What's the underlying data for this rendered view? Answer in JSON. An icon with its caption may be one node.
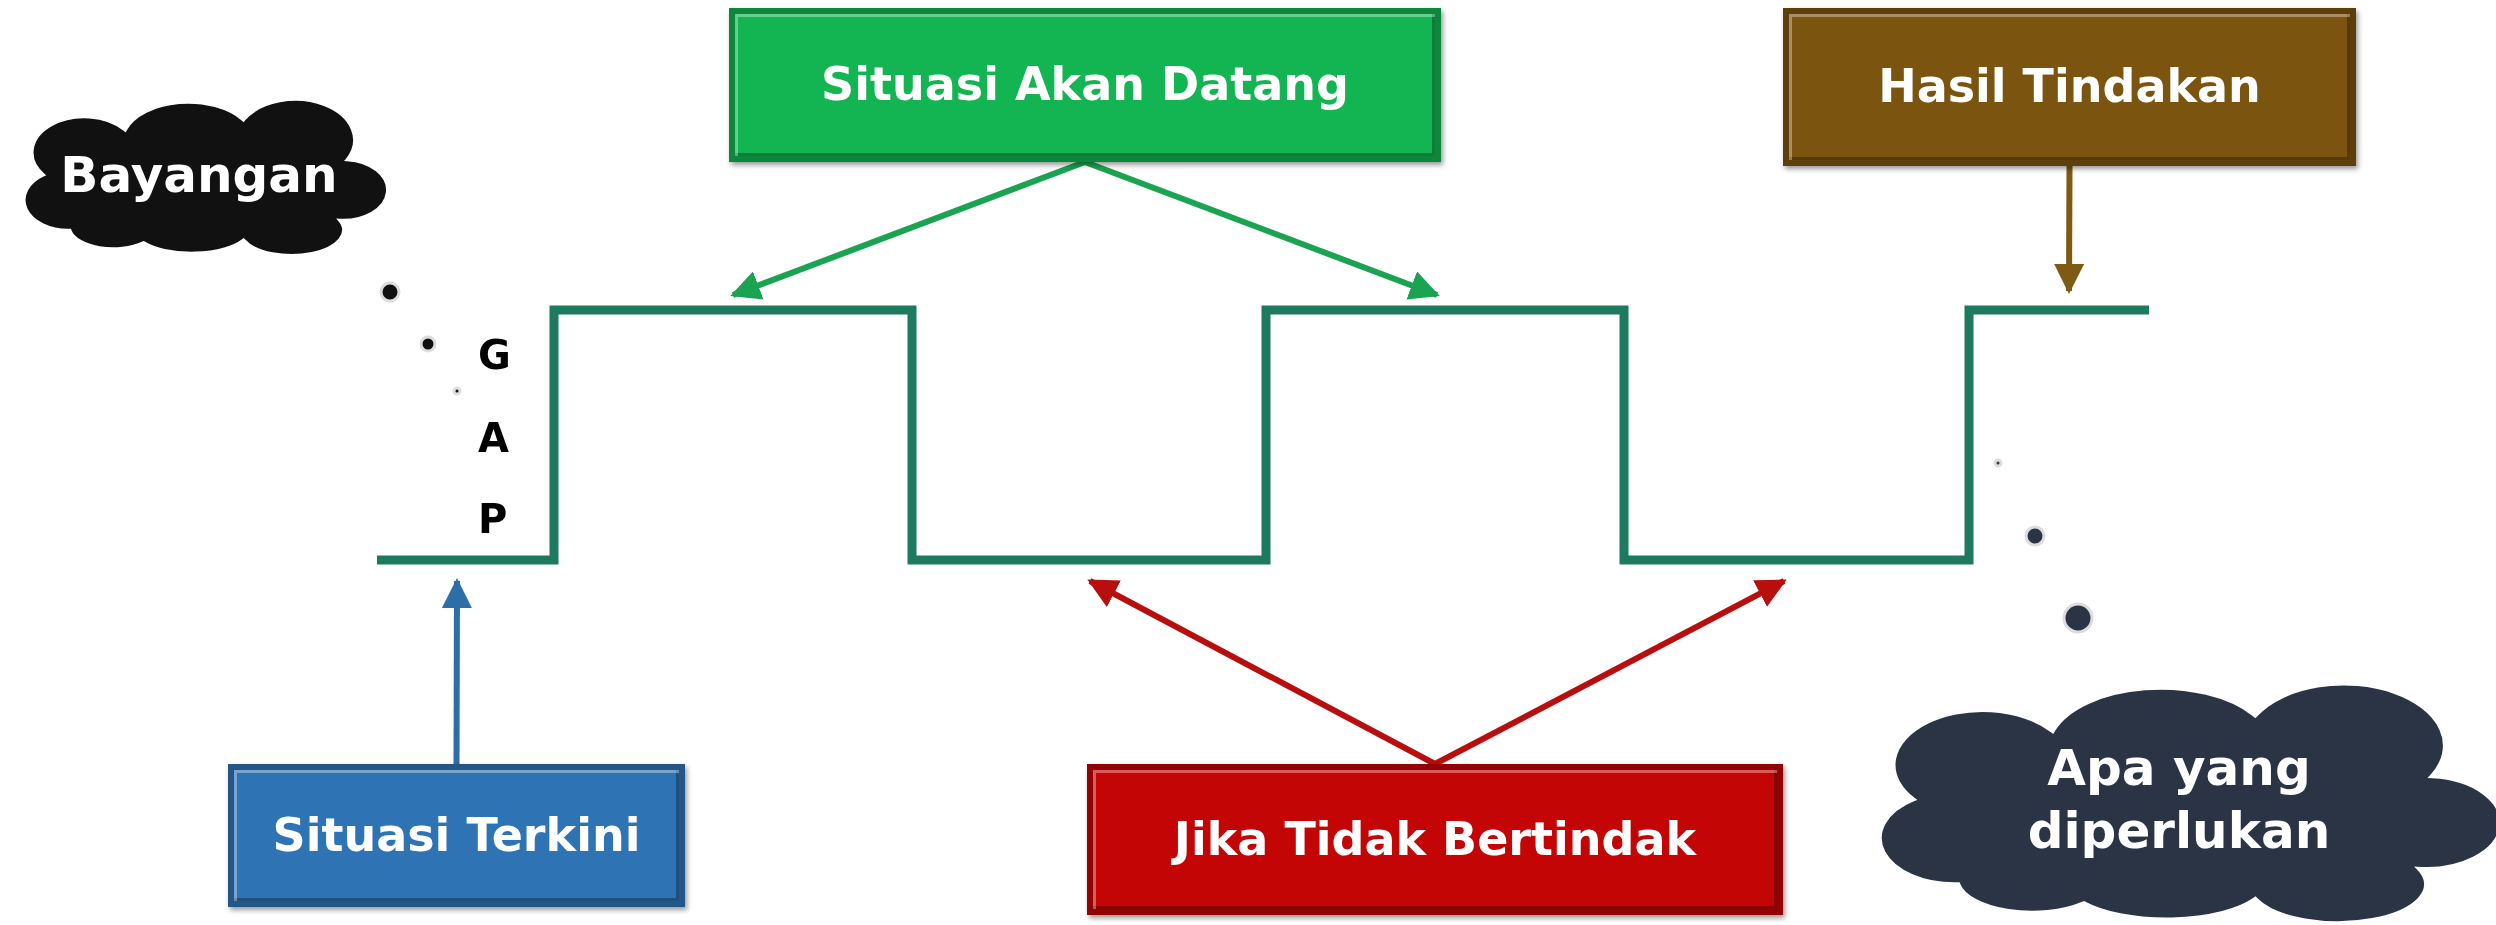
{
  "diagram": {
    "nodes": [
      {
        "text": [
          "Bayangan"
        ]
      },
      {
        "text": [
          "Situasi Akan Datang"
        ]
      },
      {
        "text": [
          "Hasil Tindakan"
        ]
      },
      {
        "text": [
          "Situasi Terkini"
        ]
      },
      {
        "text": [
          "Jika Tidak Bertindak"
        ]
      },
      {
        "text": [
          "Apa yang diperlukan"
        ]
      }
    ],
    "edges": [
      {
        "from": 1,
        "to": null,
        "arrow": "to",
        "color": "#1aa350"
      },
      {
        "from": 1,
        "to": null,
        "arrow": "to",
        "color": "#1aa350"
      },
      {
        "from": 2,
        "to": null,
        "arrow": "to",
        "color": "#7f5a12"
      },
      {
        "from": 3,
        "to": null,
        "arrow": "to",
        "color": "#2c6fa8"
      },
      {
        "from": 4,
        "to": null,
        "arrow": "to",
        "color": "#b80e0e"
      },
      {
        "from": 4,
        "to": null,
        "arrow": "to",
        "color": "#b80e0e"
      }
    ],
    "labels": [
      "G",
      "A",
      "P"
    ]
  }
}
